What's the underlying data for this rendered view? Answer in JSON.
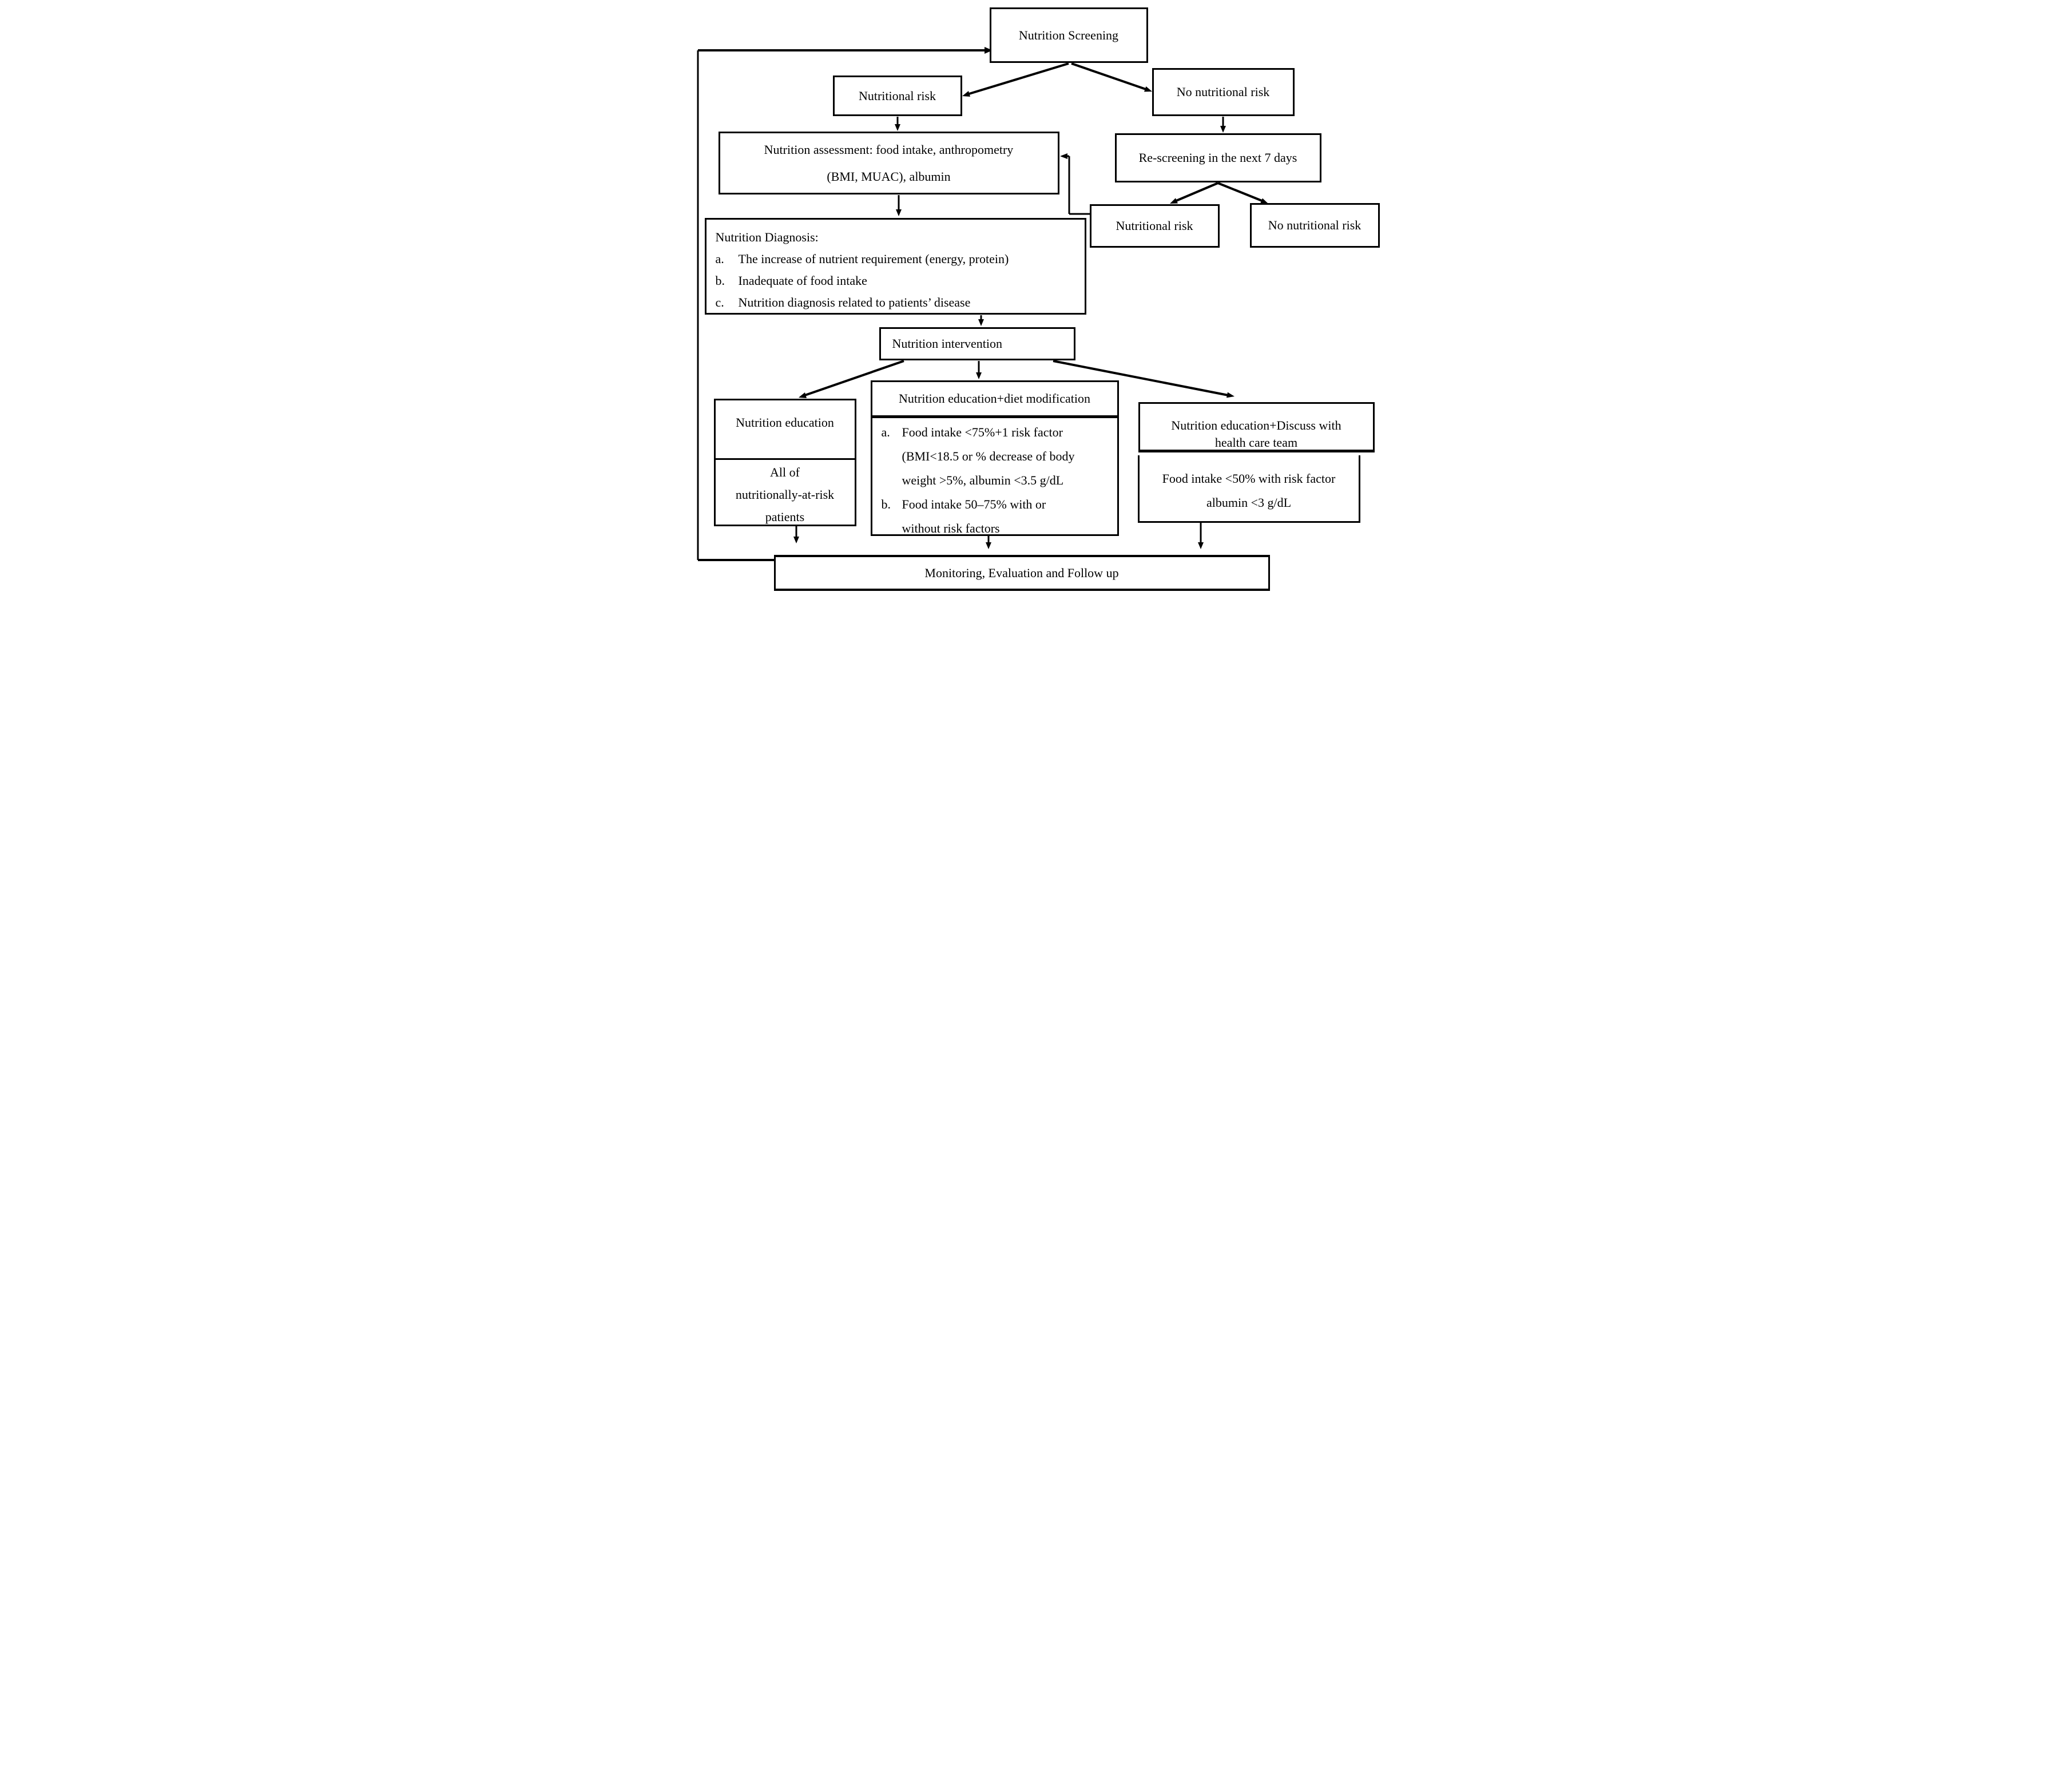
{
  "colors": {
    "ink": "#000000",
    "background": "#ffffff"
  },
  "flowchart": {
    "nodes": {
      "screening": {
        "label": "Nutrition Screening"
      },
      "risk_initial": {
        "label": "Nutritional risk"
      },
      "no_risk_initial": {
        "label": "No nutritional risk"
      },
      "assessment": {
        "line1": "Nutrition assessment: food intake, anthropometry",
        "line2": "(BMI, MUAC), albumin"
      },
      "rescreening": {
        "label": "Re-screening in the next 7 days"
      },
      "risk_rescreen": {
        "label": "Nutritional risk"
      },
      "no_risk_rescreen": {
        "label": "No nutritional risk"
      },
      "diagnosis": {
        "title": "Nutrition Diagnosis:",
        "items": [
          {
            "marker": "a.",
            "text": "The increase of nutrient requirement (energy, protein)"
          },
          {
            "marker": "b.",
            "text": "Inadequate of food intake"
          },
          {
            "marker": "c.",
            "text": "Nutrition diagnosis related to patients’ disease"
          }
        ]
      },
      "intervention": {
        "label": "Nutrition intervention"
      },
      "education": {
        "title": "Nutrition education",
        "criteria_lines": [
          "All of",
          "nutritionally-at-risk",
          "patients"
        ]
      },
      "education_diet": {
        "title": "Nutrition education+diet modification",
        "items": [
          {
            "marker": "a.",
            "lines": [
              "Food intake <75%+1 risk factor",
              "(BMI<18.5 or % decrease of body",
              "weight >5%, albumin <3.5 g/dL"
            ]
          },
          {
            "marker": "b.",
            "lines": [
              "Food intake 50–75% with or",
              "without risk factors"
            ]
          }
        ]
      },
      "education_team": {
        "title_lines": [
          "Nutrition education+Discuss with",
          "health care team"
        ],
        "criteria_lines": [
          "Food intake <50% with risk factor",
          "albumin <3 g/dL"
        ]
      },
      "monitoring": {
        "label": "Monitoring, Evaluation and Follow up"
      }
    },
    "edges": [
      {
        "from": "Nutrition Screening",
        "to": "Nutritional risk"
      },
      {
        "from": "Nutrition Screening",
        "to": "No nutritional risk"
      },
      {
        "from": "Nutritional risk",
        "to": "Nutrition assessment"
      },
      {
        "from": "No nutritional risk",
        "to": "Re-screening in the next 7 days"
      },
      {
        "from": "Re-screening in the next 7 days",
        "to": "Nutritional risk (after re-screening)"
      },
      {
        "from": "Re-screening in the next 7 days",
        "to": "No nutritional risk (after re-screening)"
      },
      {
        "from": "Nutritional risk (after re-screening)",
        "to": "Nutrition assessment"
      },
      {
        "from": "Nutrition assessment",
        "to": "Nutrition Diagnosis"
      },
      {
        "from": "Nutrition Diagnosis",
        "to": "Nutrition intervention"
      },
      {
        "from": "Nutrition intervention",
        "to": "Nutrition education"
      },
      {
        "from": "Nutrition intervention",
        "to": "Nutrition education+diet modification"
      },
      {
        "from": "Nutrition intervention",
        "to": "Nutrition education+Discuss with health care team"
      },
      {
        "from": "Nutrition education",
        "to": "Monitoring, Evaluation and Follow up"
      },
      {
        "from": "Nutrition education+diet modification",
        "to": "Monitoring, Evaluation and Follow up"
      },
      {
        "from": "Nutrition education+Discuss with health care team",
        "to": "Monitoring, Evaluation and Follow up"
      },
      {
        "from": "Monitoring, Evaluation and Follow up",
        "to": "Nutrition Screening"
      }
    ]
  }
}
